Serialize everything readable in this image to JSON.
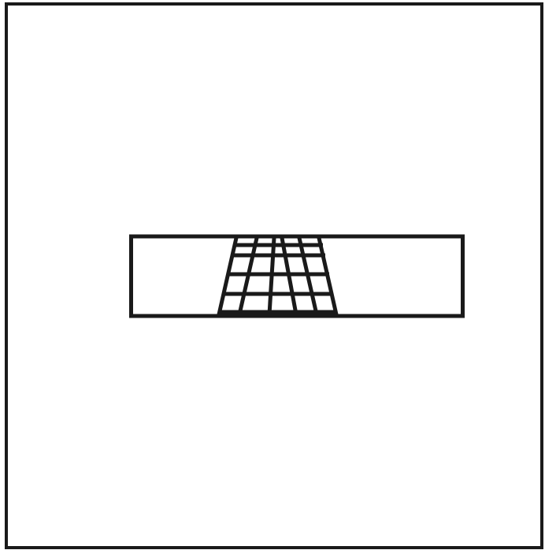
{
  "diagram": {
    "colors": {
      "stroke": "#1a1a1a",
      "background": "#ffffff"
    },
    "elements": [
      "outer-frame",
      "horizontal-bar",
      "perspective-grid"
    ],
    "grid": {
      "vertical_lines": 6,
      "horizontal_lines": 5
    }
  }
}
